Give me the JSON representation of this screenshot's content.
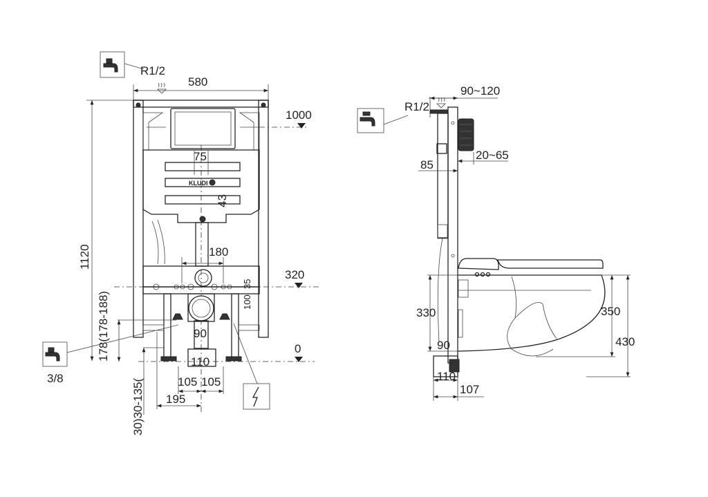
{
  "front_view": {
    "width_label": "580",
    "height_label": "1120",
    "actuator_height_label": "1000",
    "supply_label": "R1/2",
    "angle_valve_label": "3/8",
    "cutout_width_label": "75",
    "slot_spacing_label": "43",
    "brand_label": "KLUDI",
    "pipe_spacing_label": "180",
    "drain_height_label": "320",
    "offset_35_label": "35",
    "offset_100_label": "100",
    "floor_label": "0",
    "connector_label": "90",
    "outlet_label": "110",
    "left_spacing_label": "105",
    "right_spacing_label": "105",
    "support_label": "195",
    "foot_height_label": "178(178-188)",
    "foot_adjust_label": "30)30-135("
  },
  "side_view": {
    "depth_label": "90~120",
    "supply_label": "R1/2",
    "frame_depth_label": "85",
    "wall_thickness_label": "20~65",
    "drain_label": "330",
    "bowl_height_label": "350",
    "seat_height_label": "430",
    "connector_label": "90",
    "outlet_label": "110",
    "base_label": "107"
  },
  "icons": [
    "tap-icon",
    "hot-water-icon",
    "electric-icon"
  ]
}
